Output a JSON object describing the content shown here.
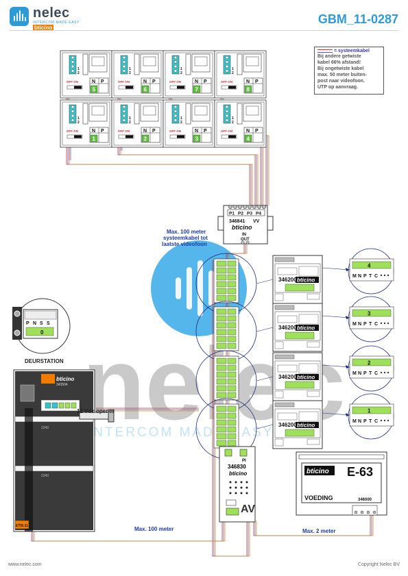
{
  "header": {
    "brand_name": "nelec",
    "brand_tagline": "INTERCOM MADE EASY",
    "partner_logo": "bticino",
    "doc_code": "GBM_11-0287"
  },
  "legend": {
    "title": "= systeemkabel",
    "lines": [
      "Bij andere getwiste",
      "kabel 66% afstand!",
      "Bij ongetwiste kabel",
      "max. 50 meter buiten-",
      "post naar videofoon.",
      "UTP op aanvraag."
    ]
  },
  "phones": {
    "column_labels": [
      "N",
      "P"
    ],
    "switch_label": "OFF ON",
    "terminal_numbers": [
      "1",
      "2"
    ],
    "top_row_ids": [
      "5",
      "6",
      "7",
      "8"
    ],
    "bottom_row_ids": [
      "1",
      "2",
      "3",
      "4"
    ]
  },
  "distributor": {
    "model": "346841",
    "suffix": "VV",
    "ports": [
      "P1",
      "P2",
      "P3",
      "P4"
    ],
    "brand": "bticino",
    "input": "IN",
    "output": "OUT"
  },
  "labels": {
    "max_100_system": "Max. 100 meter systeemkabel tot laatste videofoon",
    "door_station": "DEURSTATION",
    "opener": "12 Vdc opener",
    "max_100": "Max. 100 meter",
    "max_2": "Max. 2 meter"
  },
  "interfaces": {
    "model": "346200",
    "brand": "bticino",
    "zoom_numbers": [
      "4",
      "3",
      "2",
      "1"
    ],
    "zoom_terminals": [
      "M",
      "N",
      "P",
      "T",
      "C"
    ]
  },
  "door_panel": {
    "brand": "bticino",
    "model": "343504",
    "code_module": "2240",
    "terminals": [
      "P",
      "N",
      "S",
      "S"
    ],
    "id": "0",
    "end_label": "ETIS-11"
  },
  "av_module": {
    "model": "346830",
    "pi": "PI",
    "brand": "bticino",
    "tag": "AV"
  },
  "power_supply": {
    "brand": "bticino",
    "model": "E-63",
    "label": "VOEDING",
    "part": "346000"
  },
  "footer": {
    "url": "www.nelec.com",
    "copyright": "Copyright Nelec BV"
  },
  "colors": {
    "accent": "#2d9bd6",
    "wire_red": "#cc3333",
    "wire_blue": "#5566bb",
    "wire_orange": "#d68a2a",
    "terminal_green": "#9fe05a",
    "terminal_cyan": "#37c3c8"
  }
}
